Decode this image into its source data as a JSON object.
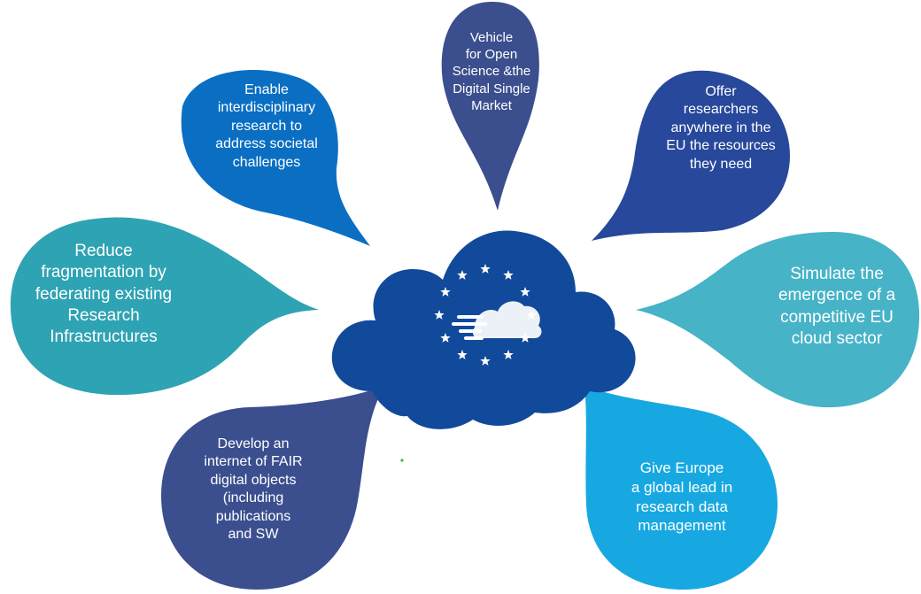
{
  "colors": {
    "navy": "#3b4f8e",
    "dark_blue": "#27489b",
    "blue": "#0a6fc3",
    "teal": "#2ea3b3",
    "light_teal": "#46b3c7",
    "sky": "#17a8e1",
    "cloud": "#114a9a",
    "cloud_inner": "#0a3d87",
    "star": "#ffffff"
  },
  "center": {
    "icon": "cloud-with-eu-stars-icon"
  },
  "bubbles": [
    {
      "id": "vehicle",
      "color_key": "navy",
      "text": [
        "Vehicle",
        "for Open",
        "Science &the",
        "Digital Single",
        "Market"
      ]
    },
    {
      "id": "interdisciplinary",
      "color_key": "blue",
      "text": [
        "Enable",
        "interdisciplinary",
        "research to",
        "address societal",
        "challenges"
      ]
    },
    {
      "id": "researchers",
      "color_key": "dark_blue",
      "text": [
        "Offer",
        "researchers",
        "anywhere in the",
        "EU the resources",
        "they need"
      ]
    },
    {
      "id": "fragmentation",
      "color_key": "teal",
      "text": [
        "Reduce",
        "fragmentation by",
        "federating existing",
        "Research",
        "Infrastructures"
      ]
    },
    {
      "id": "cloud-sector",
      "color_key": "light_teal",
      "text": [
        "Simulate the",
        "emergence of a",
        "competitive EU",
        "cloud sector"
      ]
    },
    {
      "id": "fair",
      "color_key": "navy",
      "text": [
        "Develop an",
        "internet of FAIR",
        "digital objects",
        "(including",
        "publications",
        "and SW"
      ]
    },
    {
      "id": "global-lead",
      "color_key": "sky",
      "text": [
        "Give Europe",
        "a global lead in",
        "research data",
        "management"
      ]
    }
  ]
}
